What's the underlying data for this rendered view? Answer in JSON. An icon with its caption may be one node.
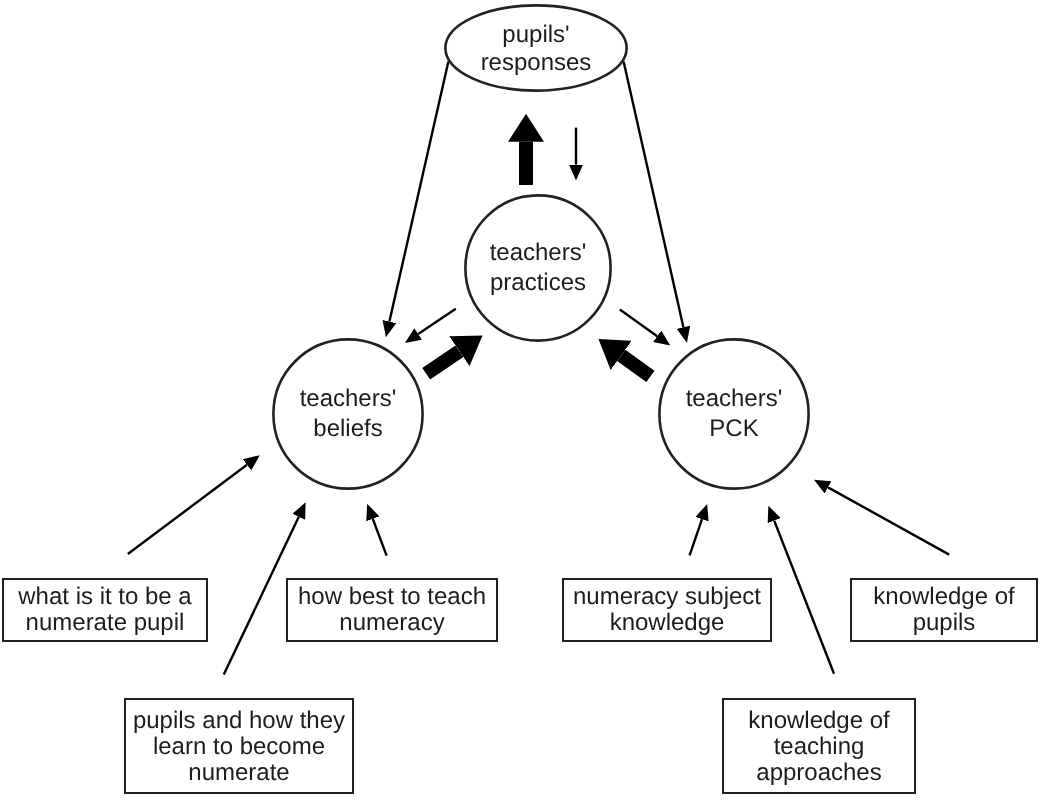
{
  "diagram": {
    "nodes": [
      {
        "text": [
          "pupils' responses"
        ]
      },
      {
        "text": [
          "teachers' practices"
        ]
      },
      {
        "text": [
          "teachers' beliefs"
        ]
      },
      {
        "text": [
          "teachers' PCK"
        ]
      },
      {
        "text": [
          "what is it to be a numerate pupil"
        ]
      },
      {
        "text": [
          "how best to teach numeracy"
        ]
      },
      {
        "text": [
          "numeracy subject knowledge"
        ]
      },
      {
        "text": [
          "knowledge of pupils"
        ]
      },
      {
        "text": [
          "pupils and how they learn to become numerate"
        ]
      },
      {
        "text": [
          "knowledge of teaching approaches"
        ]
      }
    ],
    "edges": [
      {
        "from": 0,
        "to": 2,
        "arrow": "to"
      },
      {
        "from": 0,
        "to": 3,
        "arrow": "to"
      },
      {
        "from": 1,
        "to": 0,
        "arrow": "to",
        "style": "thick"
      },
      {
        "from": 0,
        "to": 1,
        "arrow": "to"
      },
      {
        "from": 1,
        "to": 2,
        "arrow": "to"
      },
      {
        "from": 2,
        "to": 1,
        "arrow": "to",
        "style": "thick"
      },
      {
        "from": 1,
        "to": 3,
        "arrow": "to"
      },
      {
        "from": 3,
        "to": 1,
        "arrow": "to",
        "style": "thick"
      },
      {
        "from": 4,
        "to": 2,
        "arrow": "to"
      },
      {
        "from": 8,
        "to": 2,
        "arrow": "to"
      },
      {
        "from": 5,
        "to": 2,
        "arrow": "to"
      },
      {
        "from": 6,
        "to": 3,
        "arrow": "to"
      },
      {
        "from": 9,
        "to": 3,
        "arrow": "to"
      },
      {
        "from": 7,
        "to": 3,
        "arrow": "to"
      }
    ]
  }
}
